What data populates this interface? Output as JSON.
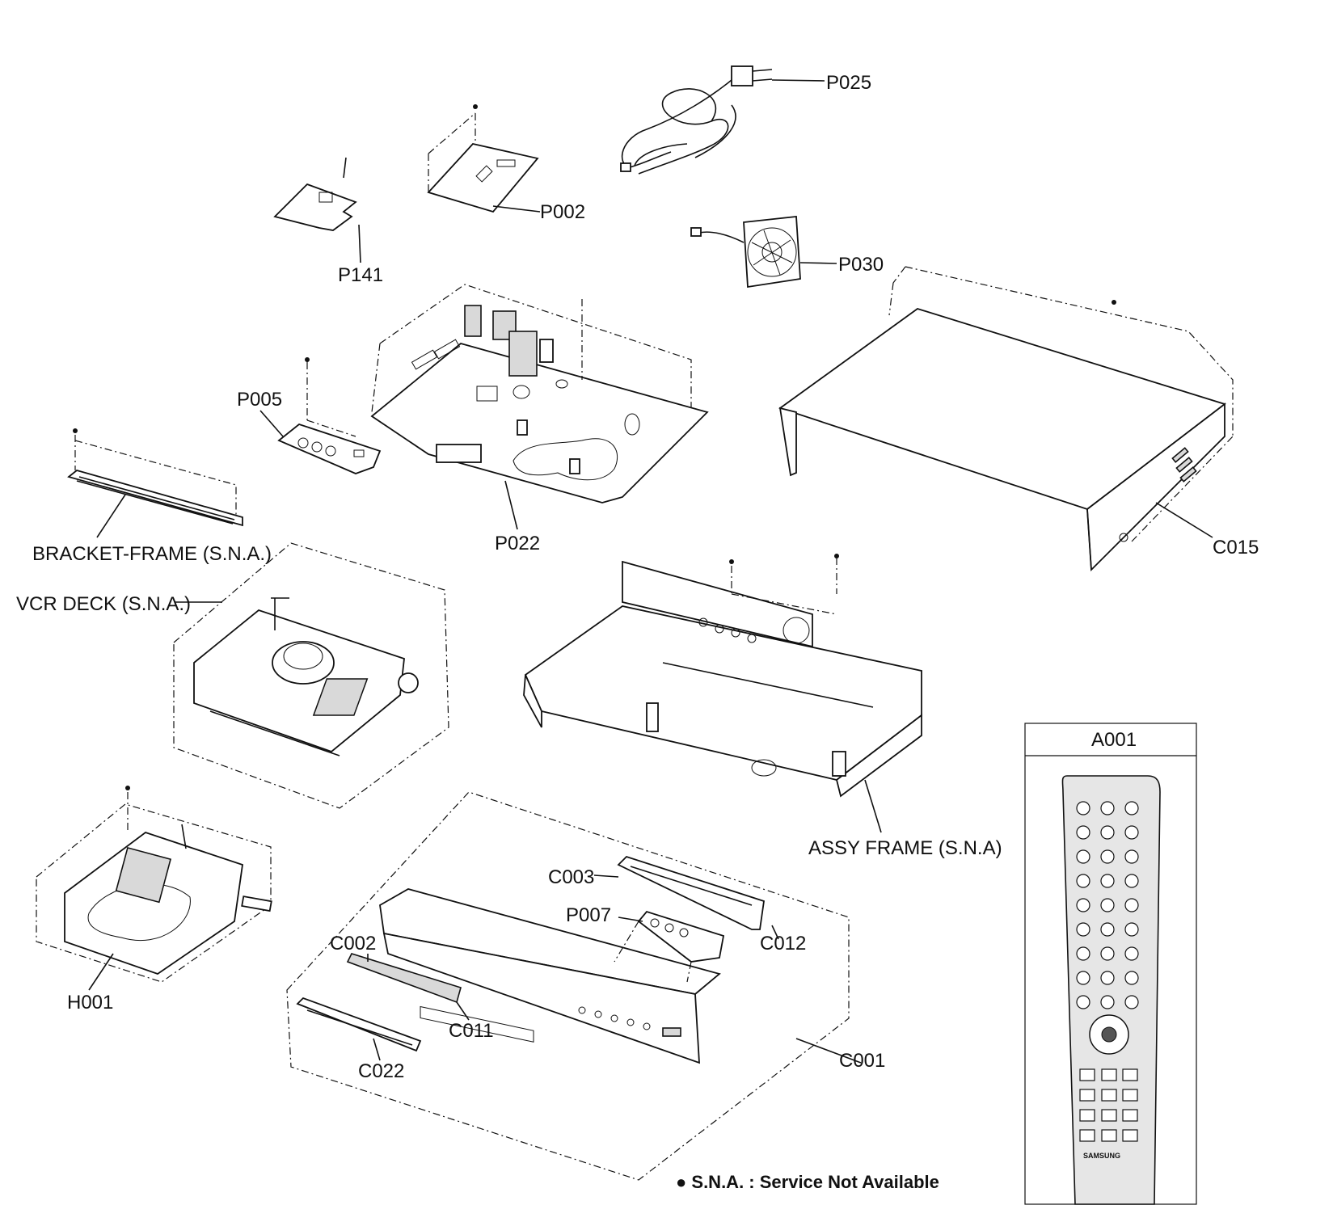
{
  "labels": {
    "p025": "P025",
    "p002": "P002",
    "p141": "P141",
    "p030": "P030",
    "p005": "P005",
    "p022": "P022",
    "c015": "C015",
    "bracket_frame": "BRACKET-FRAME (S.N.A.)",
    "vcr_deck": "VCR DECK (S.N.A.)",
    "a001": "A001",
    "assy_frame": "ASSY FRAME (S.N.A)",
    "c003": "C003",
    "p007": "P007",
    "c012": "C012",
    "c002": "C002",
    "h001": "H001",
    "c011": "C011",
    "c001": "C001",
    "c022": "C022"
  },
  "remote_brand": "SAMSUNG",
  "note": "● S.N.A. : Service Not Available"
}
